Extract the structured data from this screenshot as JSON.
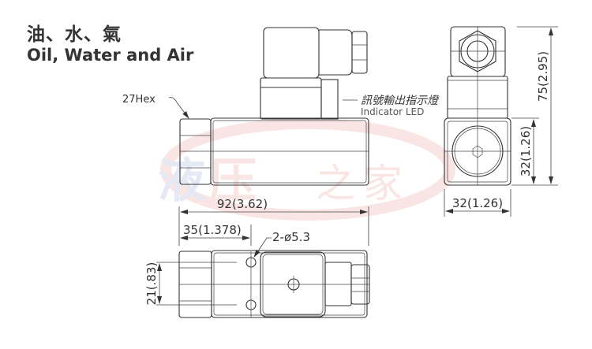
{
  "title": {
    "chinese": "油、水、氣",
    "english": "Oil, Water and Air"
  },
  "watermark": {
    "text": "液压之家",
    "colors": [
      "#3a5fb0",
      "#e04040"
    ]
  },
  "labels": {
    "hex": "27Hex",
    "indicator_cn": "訊號輸出指示燈",
    "indicator_en": "Indicator LED",
    "mount_holes": "2-ø5.3"
  },
  "dimensions": {
    "length": "92(3.62)",
    "hole_offset": "35(1.378)",
    "hole_spacing": "21(.83)",
    "height": "75(2.95)",
    "body_height": "32(1.26)",
    "body_width": "32(1.26)"
  }
}
